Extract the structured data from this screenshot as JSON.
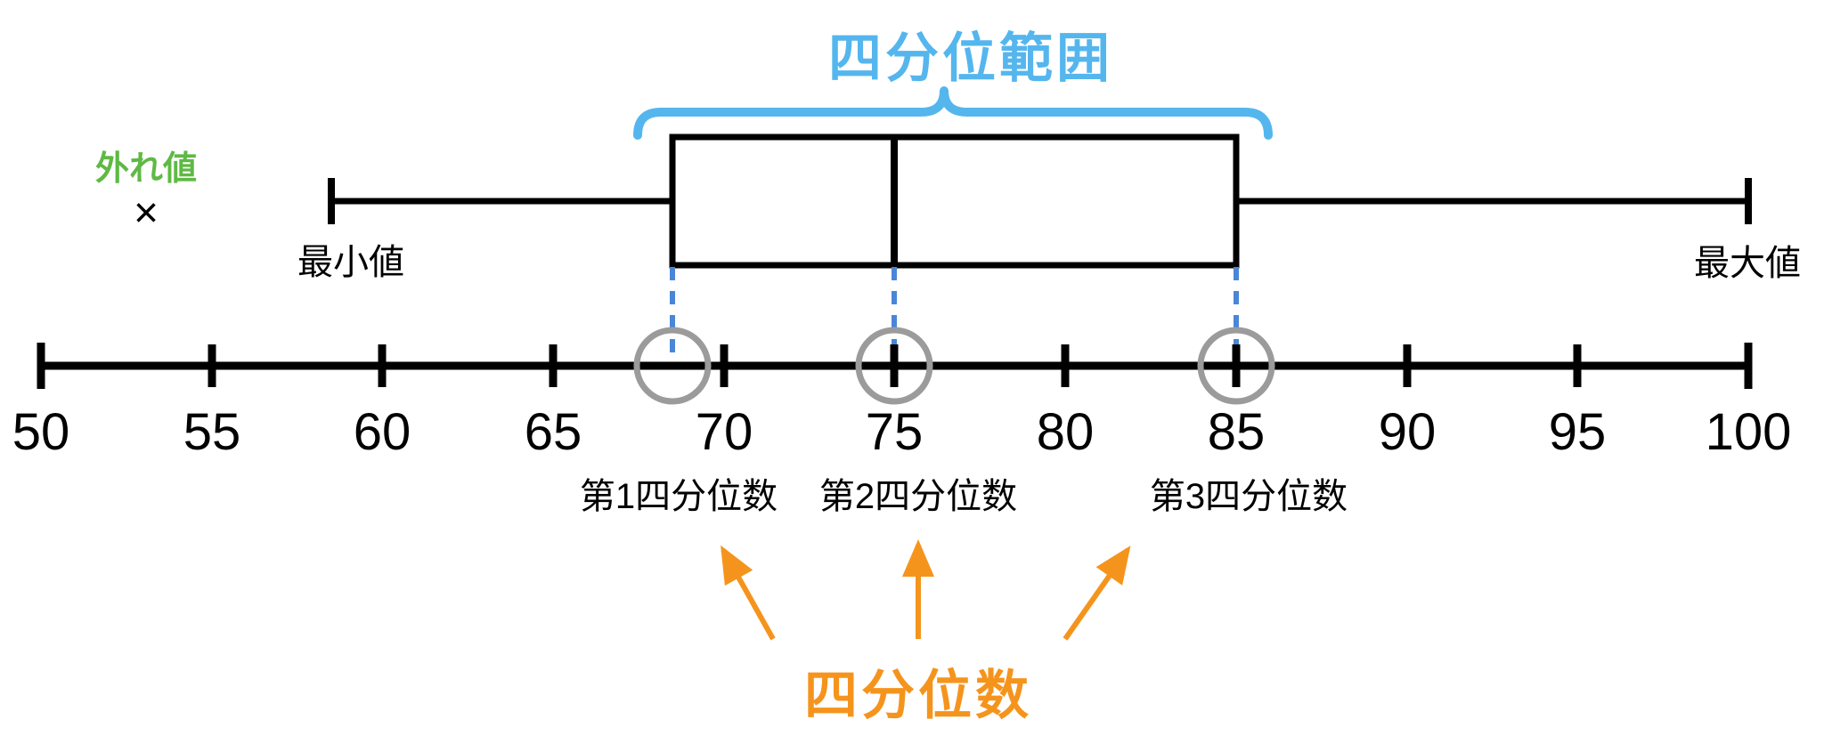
{
  "diagram": {
    "iqr_label": "四分位範囲",
    "outlier_label": "外れ値",
    "outlier_mark": "×",
    "min_label": "最小値",
    "max_label": "最大値",
    "quartile_labels": [
      "第1四分位数",
      "第2四分位数",
      "第3四分位数"
    ],
    "quartiles_label": "四分位数"
  },
  "axis": {
    "range": [
      50,
      100
    ],
    "tick_step": 5,
    "ticks": [
      "50",
      "55",
      "60",
      "65",
      "70",
      "75",
      "80",
      "85",
      "90",
      "95",
      "100"
    ]
  },
  "boxplot": {
    "outlier": 53,
    "min": 58.5,
    "q1": 68.5,
    "median": 75,
    "q3": 85,
    "max": 100
  },
  "colors": {
    "iqr_blue": "#55b6ee",
    "outlier_green": "#5fb944",
    "quartile_orange": "#f5941d",
    "connector_blue": "#4a86d8",
    "circle_gray": "#9b9b9b",
    "line_black": "#000000"
  }
}
